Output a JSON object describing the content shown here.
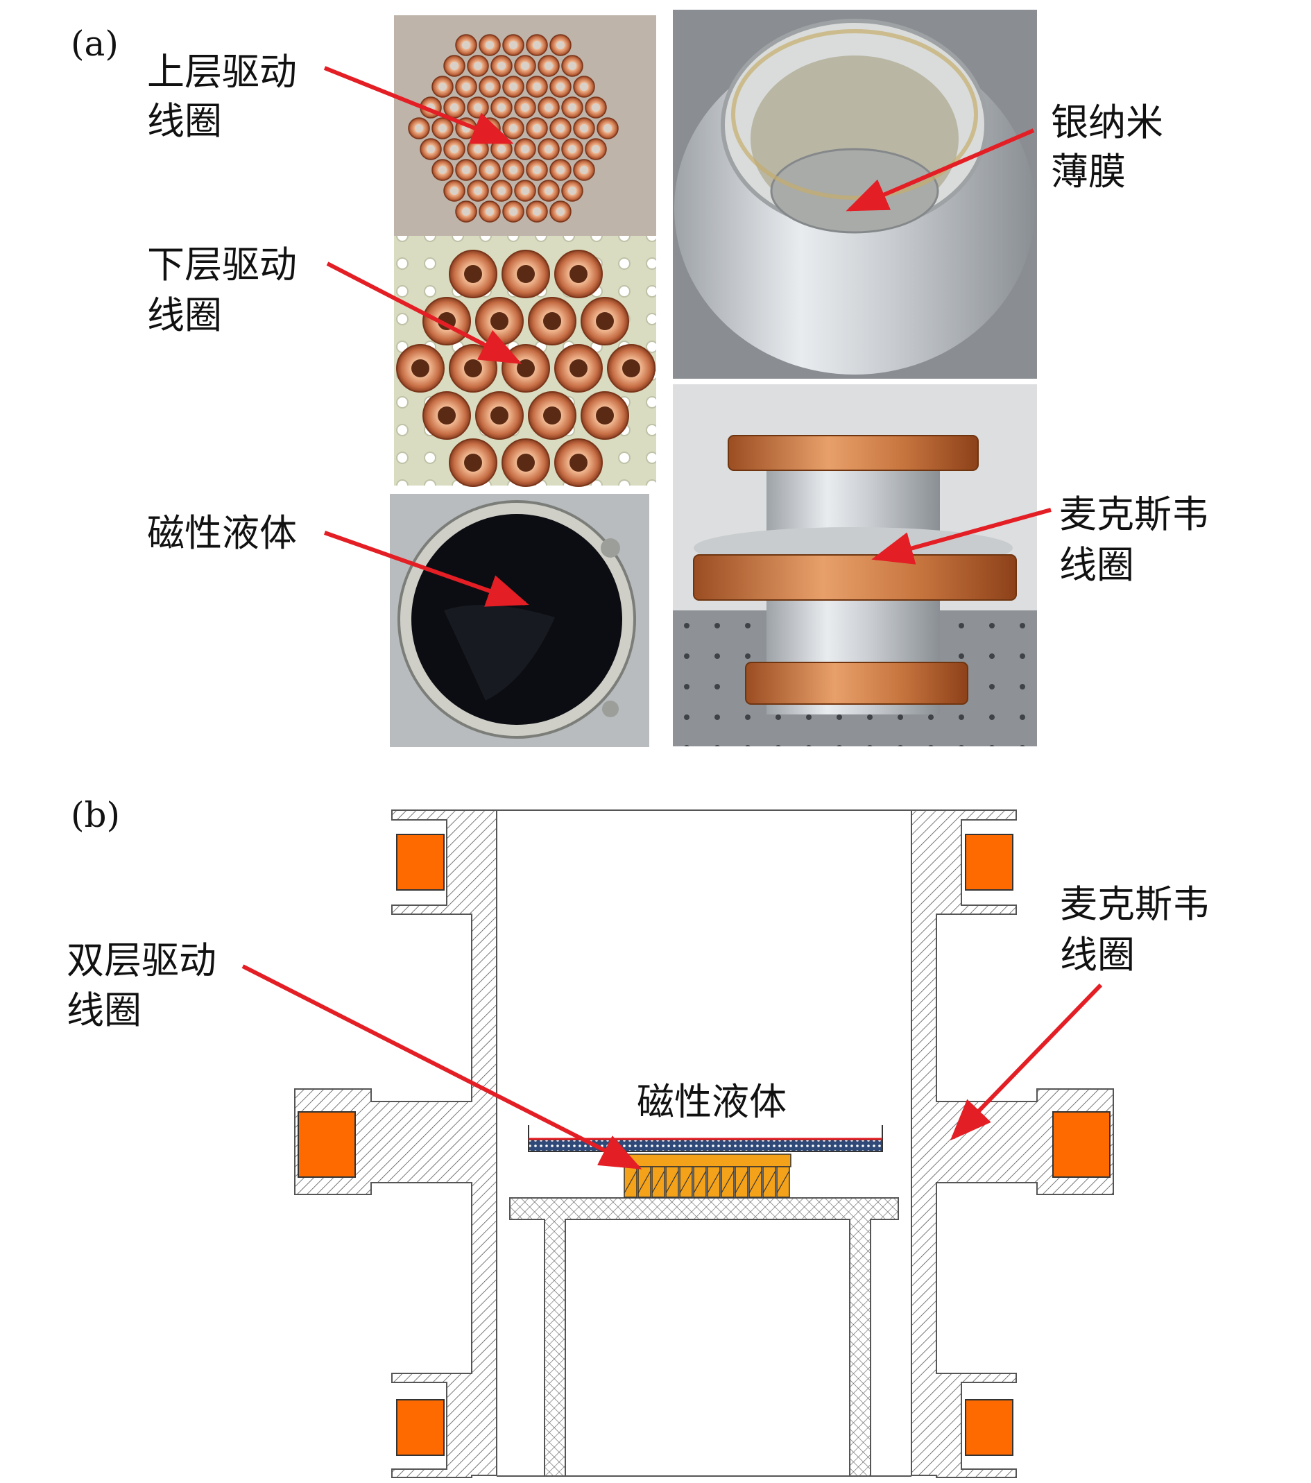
{
  "panels": {
    "a": "(a)",
    "b": "(b)"
  },
  "photo_labels": {
    "upper_coil": [
      "上层驱动",
      "线圈"
    ],
    "lower_coil": [
      "下层驱动",
      "线圈"
    ],
    "magnetic_fluid": "磁性液体",
    "silver_film": [
      "银纳米",
      "薄膜"
    ],
    "maxwell_coil": [
      "麦克斯韦",
      "线圈"
    ]
  },
  "diagram_labels": {
    "double_coil": [
      "双层驱动",
      "线圈"
    ],
    "magnetic_fluid": "磁性液体",
    "maxwell_coil": [
      "麦克斯韦",
      "线圈"
    ]
  },
  "colors": {
    "arrow": "#e31e24",
    "coil_orange": "#ff6a00",
    "drive_coil": "#f4a21a",
    "hatch": "#555555",
    "copper": "#c8744a",
    "metal": "#bfc3c6"
  }
}
